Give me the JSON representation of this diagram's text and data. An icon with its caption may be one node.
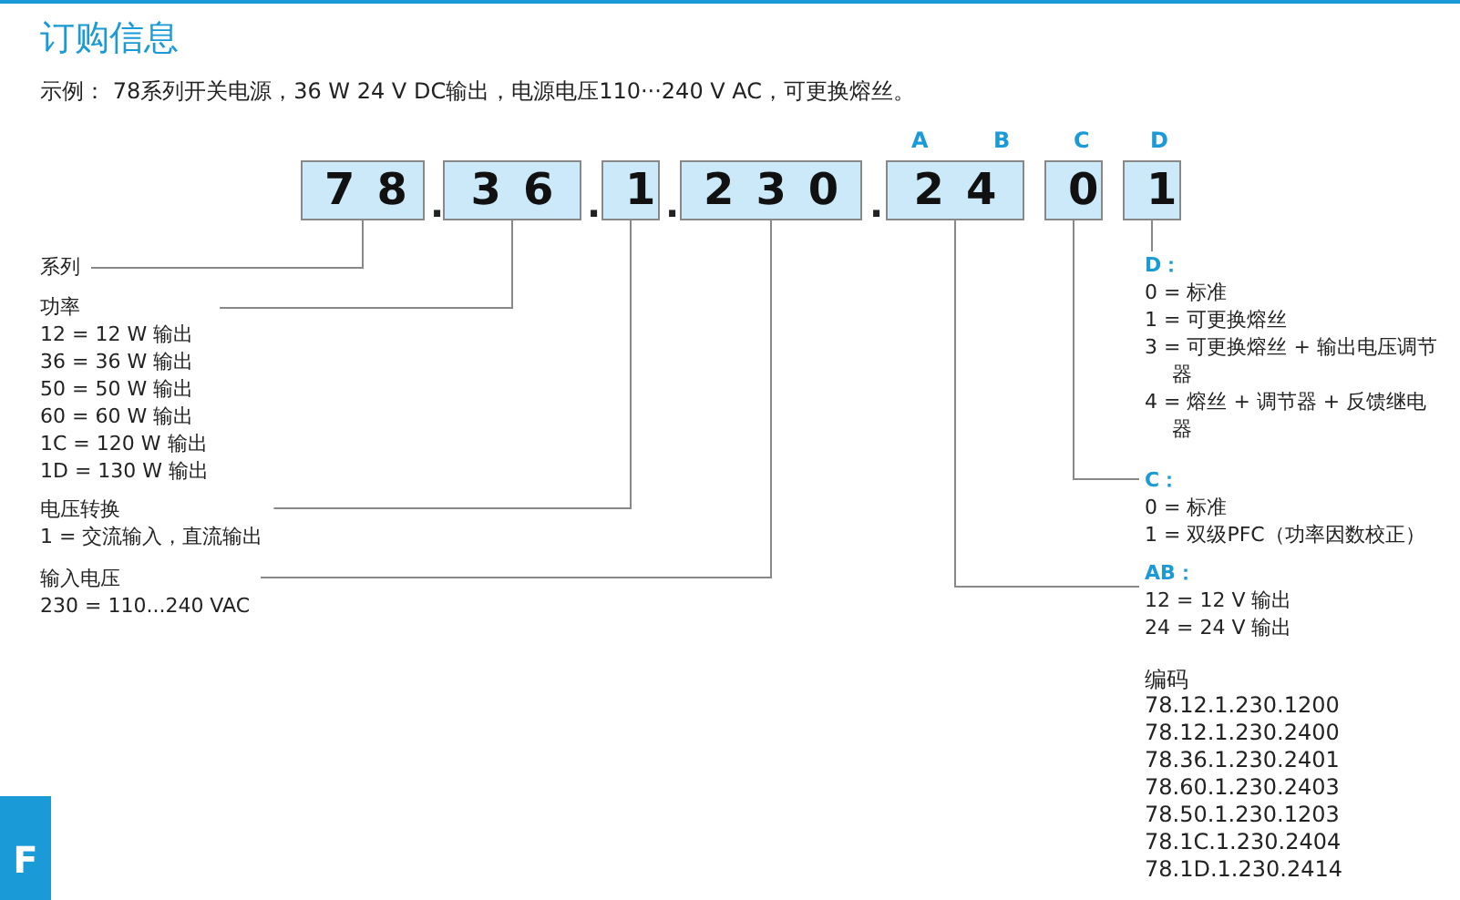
{
  "diagram": {
    "title": "订购信息",
    "nodes": [
      {
        "text": [
          "78"
        ]
      },
      {
        "text": [
          "36"
        ]
      },
      {
        "text": [
          "1"
        ]
      },
      {
        "text": [
          "230"
        ]
      },
      {
        "text": [
          "24"
        ]
      },
      {
        "text": [
          "0"
        ]
      },
      {
        "text": [
          "1"
        ]
      },
      {
        "text": [
          "系列"
        ]
      },
      {
        "text": [
          "功率",
          "12 = 12 W 输出",
          "36 = 36 W 输出",
          "50 = 50 W 输出",
          "60 = 60 W 输出",
          "1C = 120 W 输出",
          "1D = 130 W 输出"
        ]
      },
      {
        "text": [
          "电压转换",
          "1 = 交流输入，直流输出"
        ]
      },
      {
        "text": [
          "输入电压",
          "230 = 110...240 VAC"
        ]
      },
      {
        "text": [
          "D：",
          "0 = 标准",
          "1 = 可更换熔丝",
          "3 = 可更换熔丝 + 输出电压调节器",
          "4 = 熔丝 + 调节器 + 反馈继电器"
        ]
      },
      {
        "text": [
          "C：",
          "0 = 标准",
          "1 = 双级PFC（功率因数校正）"
        ]
      },
      {
        "text": [
          "AB：",
          "12 = 12 V 输出",
          "24 = 24 V 输出"
        ]
      }
    ],
    "edges": [
      {
        "from": 0,
        "to": 7,
        "arrow": "none"
      },
      {
        "from": 1,
        "to": 8,
        "arrow": "none"
      },
      {
        "from": 2,
        "to": 9,
        "arrow": "none"
      },
      {
        "from": 3,
        "to": 10,
        "arrow": "none"
      },
      {
        "from": 4,
        "to": 13,
        "arrow": "none"
      },
      {
        "from": 5,
        "to": 12,
        "arrow": "none"
      },
      {
        "from": 6,
        "to": 11,
        "arrow": "none"
      }
    ],
    "labels": [
      "示例： 78系列开关电源，36 W 24 V DC输出，电源电压110···240 V AC，可更换熔丝。",
      "A",
      "B",
      "C",
      "D",
      ".",
      ".",
      ".",
      ".",
      "编码",
      "78.12.1.230.1200",
      "78.12.1.230.2400",
      "78.36.1.230.2401",
      "78.60.1.230.2403",
      "78.50.1.230.1203",
      "78.1C.1.230.2404",
      "78.1D.1.230.2414",
      "F"
    ]
  }
}
